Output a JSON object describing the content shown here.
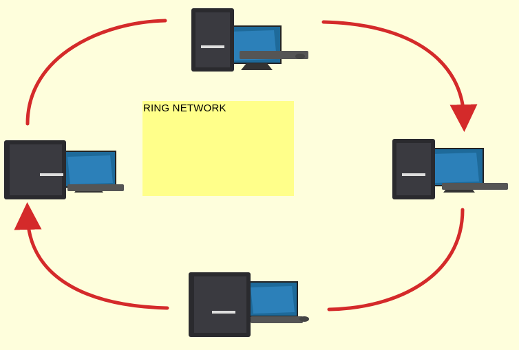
{
  "diagram": {
    "label": "RING NETWORK",
    "colors": {
      "background": "#fefedc",
      "label_box": "#ffff8a",
      "arrow": "#d42a2a",
      "screen": "#1e6a9a"
    },
    "nodes": [
      {
        "id": "top",
        "icon": "computer-icon"
      },
      {
        "id": "right",
        "icon": "computer-icon"
      },
      {
        "id": "bottom",
        "icon": "computer-icon"
      },
      {
        "id": "left",
        "icon": "computer-icon"
      }
    ],
    "connections": [
      {
        "from": "top",
        "to": "right",
        "direction": "clockwise"
      },
      {
        "from": "right",
        "to": "bottom",
        "direction": "clockwise"
      },
      {
        "from": "bottom",
        "to": "left",
        "direction": "clockwise"
      },
      {
        "from": "left",
        "to": "top",
        "direction": "clockwise"
      }
    ]
  }
}
